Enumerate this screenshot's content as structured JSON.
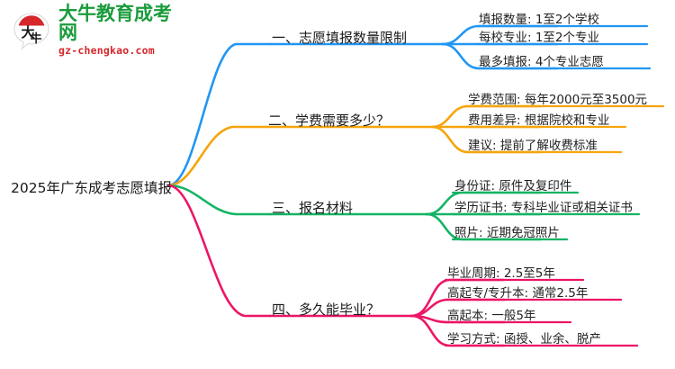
{
  "logo": {
    "mark_text": "大牛",
    "brand_name": "大牛教育成考网",
    "website": "gz-chengkao.com",
    "brand_color": "#1a9c3c",
    "url_color": "#d6272b",
    "mark_color": "#d6272b"
  },
  "mindmap": {
    "type": "mindmap",
    "root": "2025年广东成考志愿填报",
    "branches": [
      {
        "label": "一、志愿填报数量限制",
        "color": "#2196f3",
        "leaves": [
          "填报数量: 1至2个学校",
          "每校专业: 1至2个专业",
          "最多填报: 4个专业志愿"
        ]
      },
      {
        "label": "二、学费需要多少？",
        "color": "#f5a50b",
        "leaves": [
          "学费范围: 每年2000元至3500元",
          "费用差异: 根据院校和专业",
          "建议: 提前了解收费标准"
        ]
      },
      {
        "label": "三、报名材料",
        "color": "#13b463",
        "leaves": [
          "身份证: 原件及复印件",
          "学历证书: 专科毕业证或相关证书",
          "照片: 近期免冠照片"
        ]
      },
      {
        "label": "四、多久能毕业？",
        "color": "#ed1566",
        "leaves": [
          "毕业周期: 2.5至5年",
          "高起专/专升本: 通常2.5年",
          "高起本: 一般5年",
          "学习方式: 函授、业余、脱产"
        ]
      }
    ]
  }
}
